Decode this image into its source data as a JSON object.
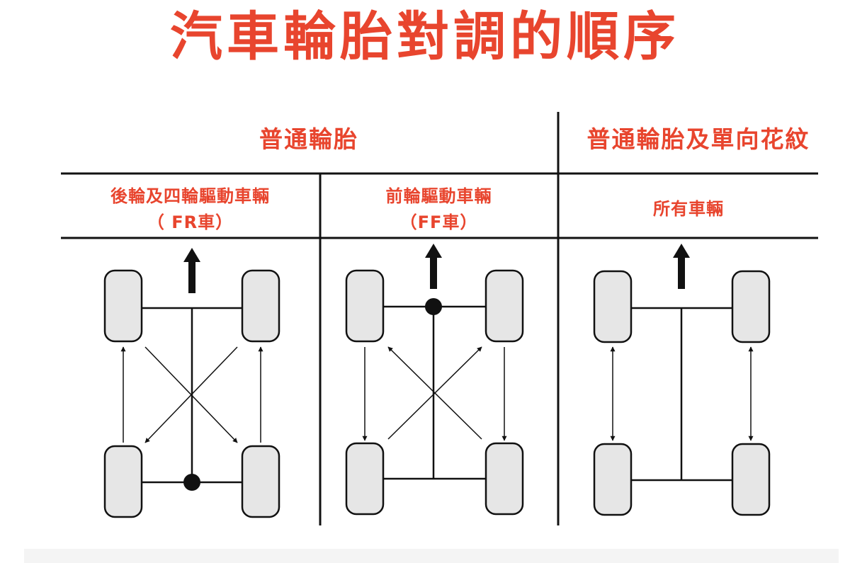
{
  "title": "汽車輪胎對調的順序",
  "sections": {
    "regular": "普通輪胎",
    "directional": "普通輪胎及單向花紋"
  },
  "columns": [
    {
      "line1": "後輪及四輪驅動車輛",
      "line2": "（ FR車）"
    },
    {
      "line1": "前輪驅動車輛",
      "line2": "（FF車）"
    },
    {
      "line1": "所有車輛",
      "line2": ""
    }
  ],
  "colors": {
    "accent": "#e8452e",
    "tire_fill": "#e6e6e6",
    "line": "#111111"
  }
}
